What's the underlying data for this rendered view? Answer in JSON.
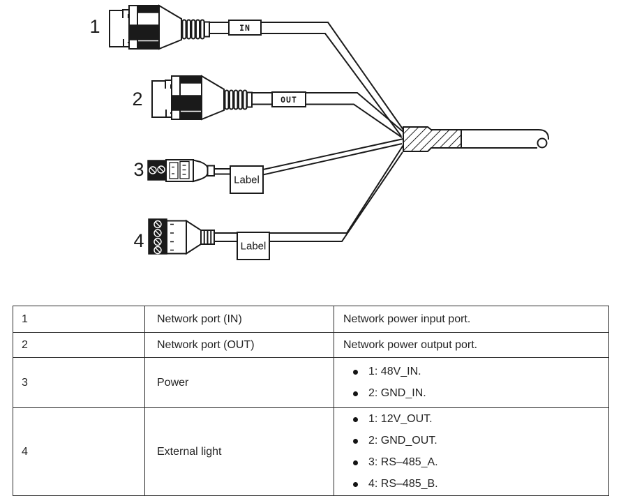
{
  "colors": {
    "line": "#1a1a1a",
    "text": "#232323",
    "background": "#ffffff"
  },
  "diagram": {
    "connectors": [
      {
        "number": "1",
        "tag": "IN"
      },
      {
        "number": "2",
        "tag": "OUT"
      },
      {
        "number": "3",
        "tag": "Label"
      },
      {
        "number": "4",
        "tag": "Label"
      }
    ]
  },
  "table": {
    "rows": [
      {
        "no": "1",
        "name": "Network port (IN)",
        "desc": "Network power input port."
      },
      {
        "no": "2",
        "name": "Network port (OUT)",
        "desc": "Network power output port."
      },
      {
        "no": "3",
        "name": "Power",
        "bullets": [
          "1: 48V_IN.",
          "2: GND_IN."
        ]
      },
      {
        "no": "4",
        "name": "External light",
        "bullets": [
          "1: 12V_OUT.",
          "2: GND_OUT.",
          "3: RS–485_A.",
          "4: RS–485_B."
        ]
      }
    ]
  }
}
